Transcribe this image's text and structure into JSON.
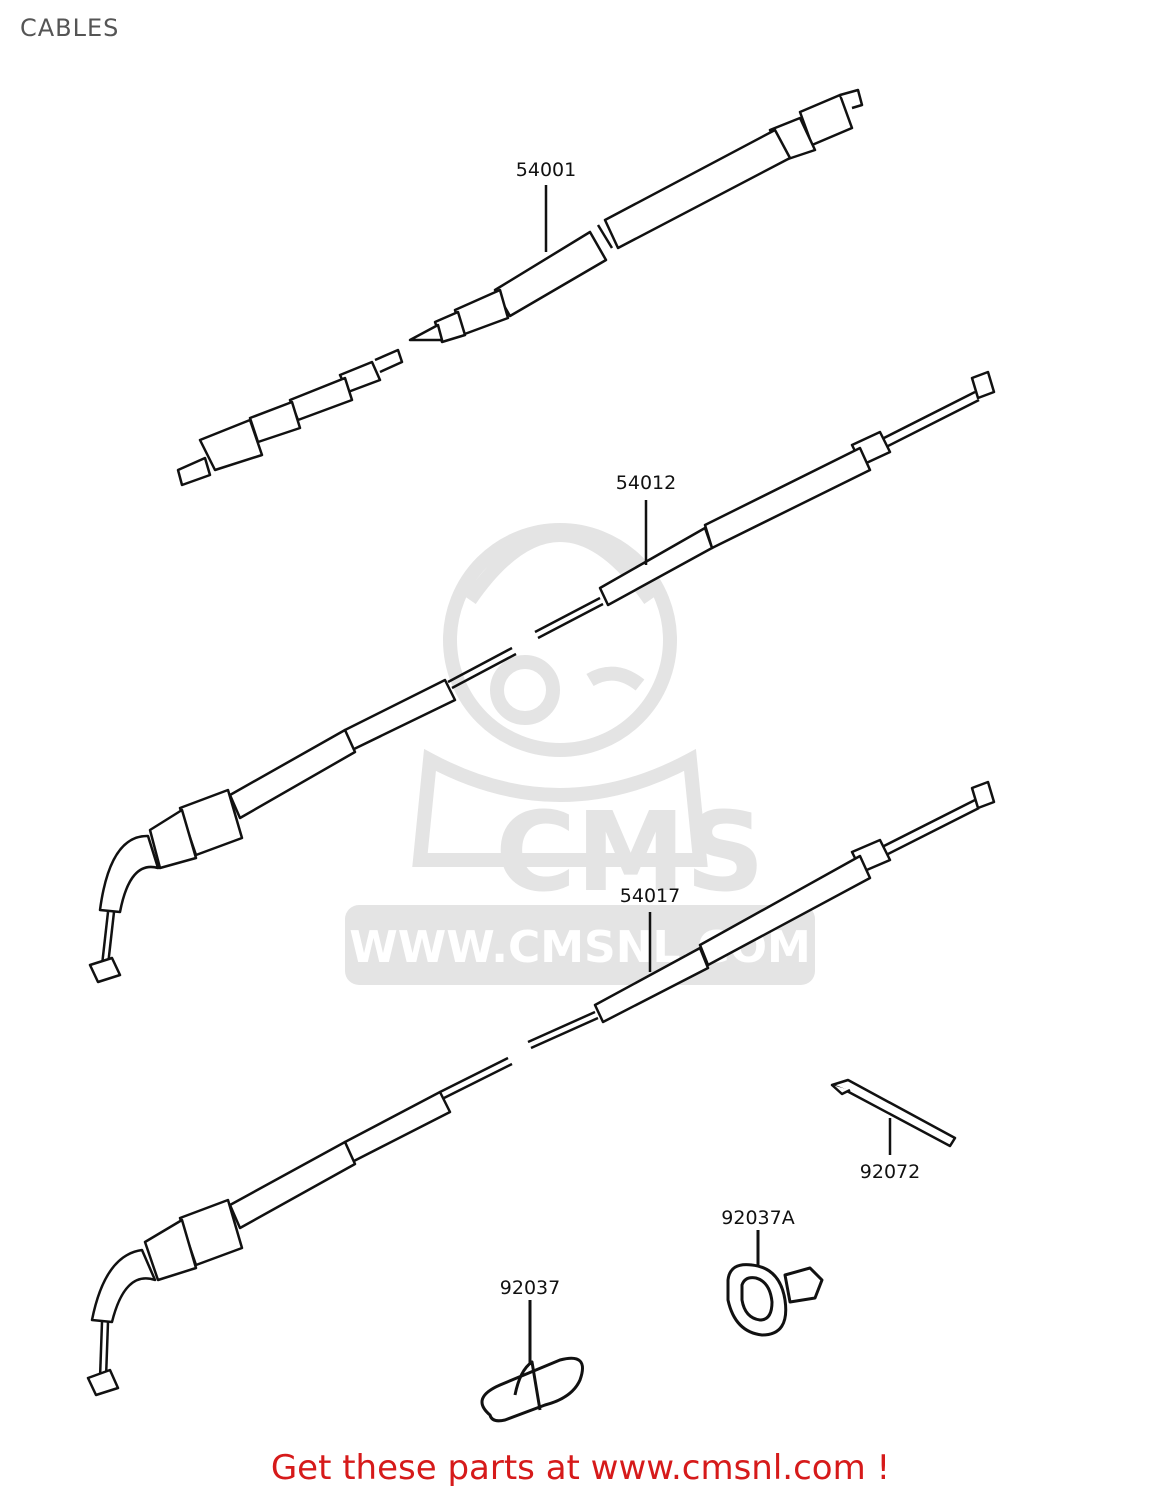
{
  "header": {
    "title": "CABLES"
  },
  "watermark": {
    "brand": "CMS",
    "url": "WWW.CMSNL.COM",
    "color": "#e4e4e4"
  },
  "parts": [
    {
      "id": "54001",
      "label": "54001",
      "name": "speedometer-cable"
    },
    {
      "id": "54012",
      "label": "54012",
      "name": "throttle-cable-1"
    },
    {
      "id": "54017",
      "label": "54017",
      "name": "throttle-cable-2"
    },
    {
      "id": "92072",
      "label": "92072",
      "name": "band"
    },
    {
      "id": "92037A",
      "label": "92037A",
      "name": "clamp-a"
    },
    {
      "id": "92037",
      "label": "92037",
      "name": "clamp"
    }
  ],
  "footer": {
    "link_text": "Get these parts at www.cmsnl.com !",
    "color": "#d61a1a"
  }
}
